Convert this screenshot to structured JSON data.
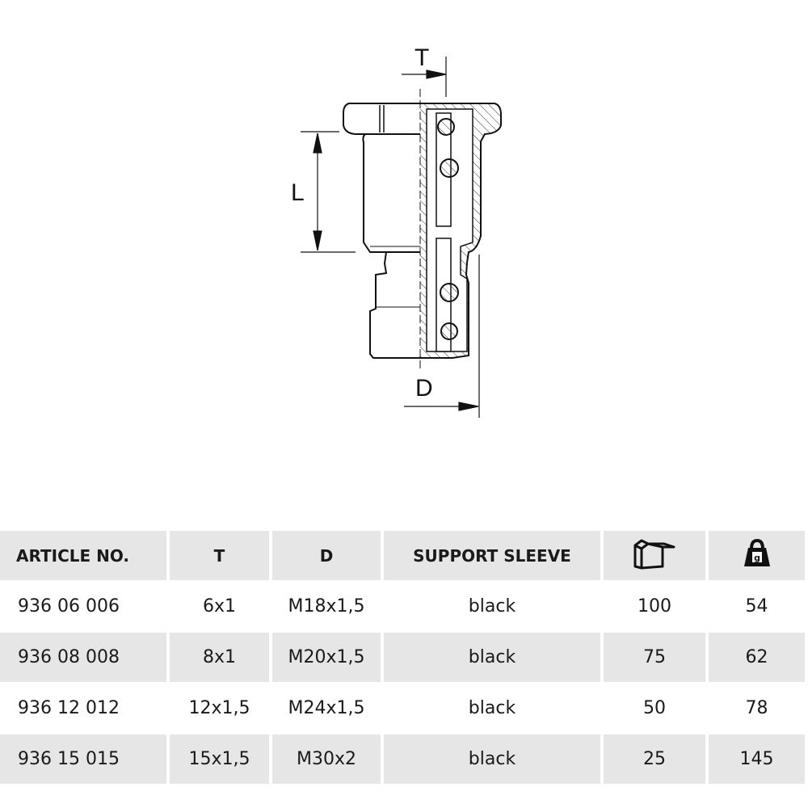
{
  "drawing": {
    "dim_T": "T",
    "dim_L": "L",
    "dim_D": "D"
  },
  "table": {
    "headers": [
      "ARTICLE NO.",
      "T",
      "D",
      "SUPPORT SLEEVE"
    ],
    "icons": [
      "package-box-icon",
      "weight-icon"
    ],
    "weight_icon_label": "g",
    "rows": [
      [
        "936 06 006",
        "6x1",
        "M18x1,5",
        "black",
        "100",
        "54"
      ],
      [
        "936 08 008",
        "8x1",
        "M20x1,5",
        "black",
        "75",
        "62"
      ],
      [
        "936 12 012",
        "12x1,5",
        "M24x1,5",
        "black",
        "50",
        "78"
      ],
      [
        "936 15 015",
        "15x1,5",
        "M30x2",
        "black",
        "25",
        "145"
      ]
    ]
  }
}
